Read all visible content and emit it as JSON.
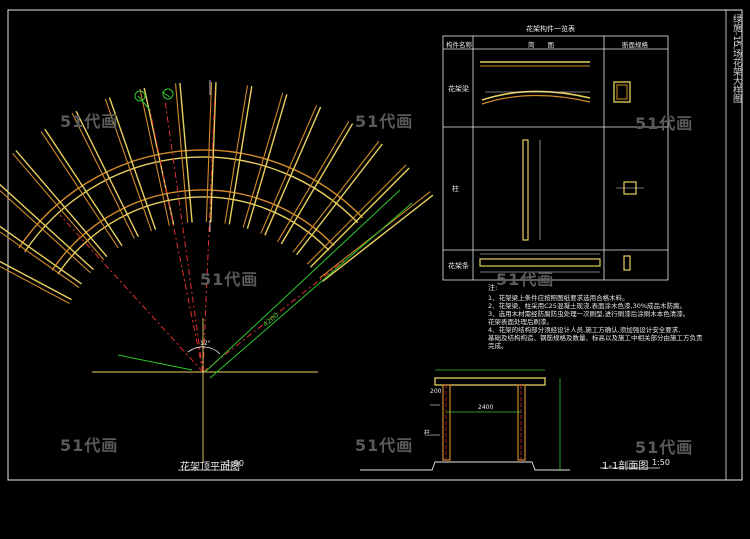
{
  "watermarks": [
    "51代画",
    "51代画",
    "51代画",
    "51代画",
    "51代画",
    "51代画",
    "51代画",
    "51代画"
  ],
  "title_block": {
    "side_title": "广场花架大样图",
    "side_code": "绿施-15"
  },
  "plan_view": {
    "title": "花架顶平面图",
    "scale": "1:50",
    "labels": {
      "dim_long": "4200",
      "dim_angle": "12°"
    }
  },
  "section_view": {
    "title": "1-1剖面图",
    "scale": "1:50",
    "labels": {
      "top_dim": "200",
      "span": "2400",
      "post_label": "柱"
    }
  },
  "table": {
    "title": "花架构件一览表",
    "headers": [
      "构件名称",
      "简　　图",
      "断面规格"
    ],
    "rows": [
      "花架梁",
      "柱",
      "花架条"
    ]
  },
  "notes": {
    "heading": "注:",
    "lines": [
      "1、花架梁上条件应按照图纸要求选用合格木料。",
      "2、花架梁、柱采用C25混凝土现浇,表面涂木色漆,30%成品木防腐。",
      "3、选用木材需经防腐防虫处理一次刷型,进行刷漆后涂刷木本色清漆。",
      "   花架表面处理后刷漆。",
      "4、花架的结构部分须经设计人员,施工方确认,须加强设计安全要求,",
      "   基础及结构构造、钢筋规格及数量、标高以及施工中相关部分由施工方负责",
      "   完成。"
    ]
  },
  "colors": {
    "background": "#000000",
    "beam_yellow": "#e8d060",
    "beam_orange": "#d08a2a",
    "line_green": "#2ec82e",
    "line_red": "#e03030",
    "line_white": "#e8e8e8",
    "watermark": "#5a5a5a"
  }
}
